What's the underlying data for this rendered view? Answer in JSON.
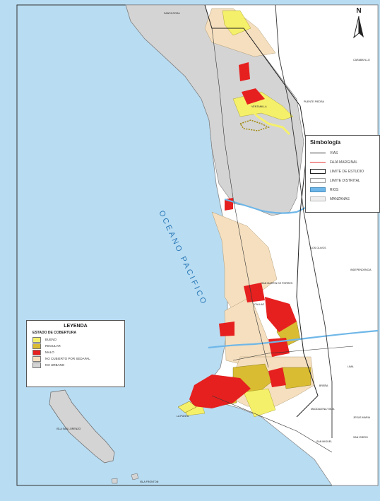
{
  "colors": {
    "sea": "#b8dcf2",
    "urban_grey": "#d4d4d4",
    "no_cubierto": "#f5dfbf",
    "bueno": "#f5f06a",
    "regular": "#d9bc32",
    "malo": "#e6201f",
    "rios": "#6fb7e8",
    "vias": "#333333",
    "faja": "#e64040",
    "limite_estudio": "#222222"
  },
  "north_arrow": {
    "label": "N",
    "icon": "north-arrow-icon"
  },
  "ocean_label": "OCEANO PACIFICO",
  "legend": {
    "title": "LEYENDA",
    "subtitle": "ESTADO DE COBERTURA",
    "items": [
      {
        "label": "BUENO",
        "color": "#f5f06a"
      },
      {
        "label": "REGULAR",
        "color": "#d9bc32"
      },
      {
        "label": "MALO",
        "color": "#e6201f"
      },
      {
        "label": "NO CUBIERTO POR SEDAPAL",
        "color": "#f5dfbf"
      },
      {
        "label": "NO URBANO",
        "color": "#d4d4d4"
      }
    ]
  },
  "simbologia": {
    "title": "Simbología",
    "items": [
      {
        "label": "VIAS",
        "kind": "line",
        "color": "#333333"
      },
      {
        "label": "FAJA MARGINAL",
        "kind": "line",
        "color": "#e64040"
      },
      {
        "label": "LIMITE DE ESTUDIO",
        "kind": "box",
        "color": "#222222"
      },
      {
        "label": "LIMITE DISTRITAL",
        "kind": "box-light",
        "color": "#9a9a9a"
      },
      {
        "label": "RIOS",
        "kind": "fill",
        "color": "#6fb7e8"
      },
      {
        "label": "MANZANAS",
        "kind": "fill-light",
        "color": "#eeeeee"
      }
    ]
  },
  "place_labels": [
    "SANTA ROSA",
    "CARABAYLLO",
    "PUENTE PIEDRA",
    "VENTANILLA",
    "CALLAO",
    "SAN MARTIN DE PORRES",
    "LOS OLIVOS",
    "INDEPENDENCIA",
    "LIMA",
    "SAN ISIDRO",
    "BREÑA",
    "MAGDALENA VIEJA",
    "JESUS MARIA",
    "SAN MIGUEL",
    "ISLA SAN LORENZO",
    "ISLA FRONTON",
    "LA PUNTA"
  ]
}
